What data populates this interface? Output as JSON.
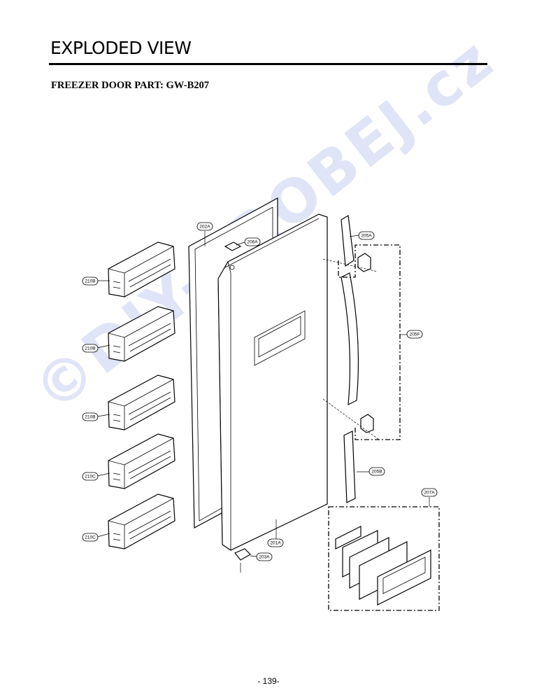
{
  "header": {
    "title": "EXPLODED VIEW",
    "subtitle": "FREEZER DOOR PART: GW-B207"
  },
  "footer": {
    "page_number": "- 139-"
  },
  "watermark": {
    "text": "©DIY-PROBEJ.cz",
    "color": "#6e82dc"
  },
  "callouts": {
    "gasket": "202A",
    "cap": "206A",
    "handle_cap_top": "205A",
    "handle_assembly": "205F",
    "handle_cap_bottom": "205B",
    "door": "201A",
    "hinge": "203A",
    "control_panel": "207A",
    "basket_1": "210B",
    "basket_2": "210B",
    "basket_3": "210B",
    "basket_4": "210C",
    "basket_5": "210C"
  }
}
